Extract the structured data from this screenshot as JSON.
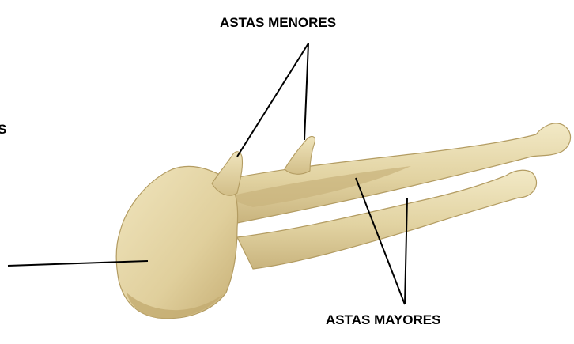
{
  "labels": {
    "astas_menores": "ASTAS MENORES",
    "astas_mayores": "ASTAS MAYORES",
    "cut_off_label": "S"
  },
  "colors": {
    "bone_fill": "#E4D6A8",
    "bone_light": "#F0E6C2",
    "bone_shadow": "#C8B27A",
    "bone_outline": "#B39C62",
    "leader_line": "#000000"
  }
}
